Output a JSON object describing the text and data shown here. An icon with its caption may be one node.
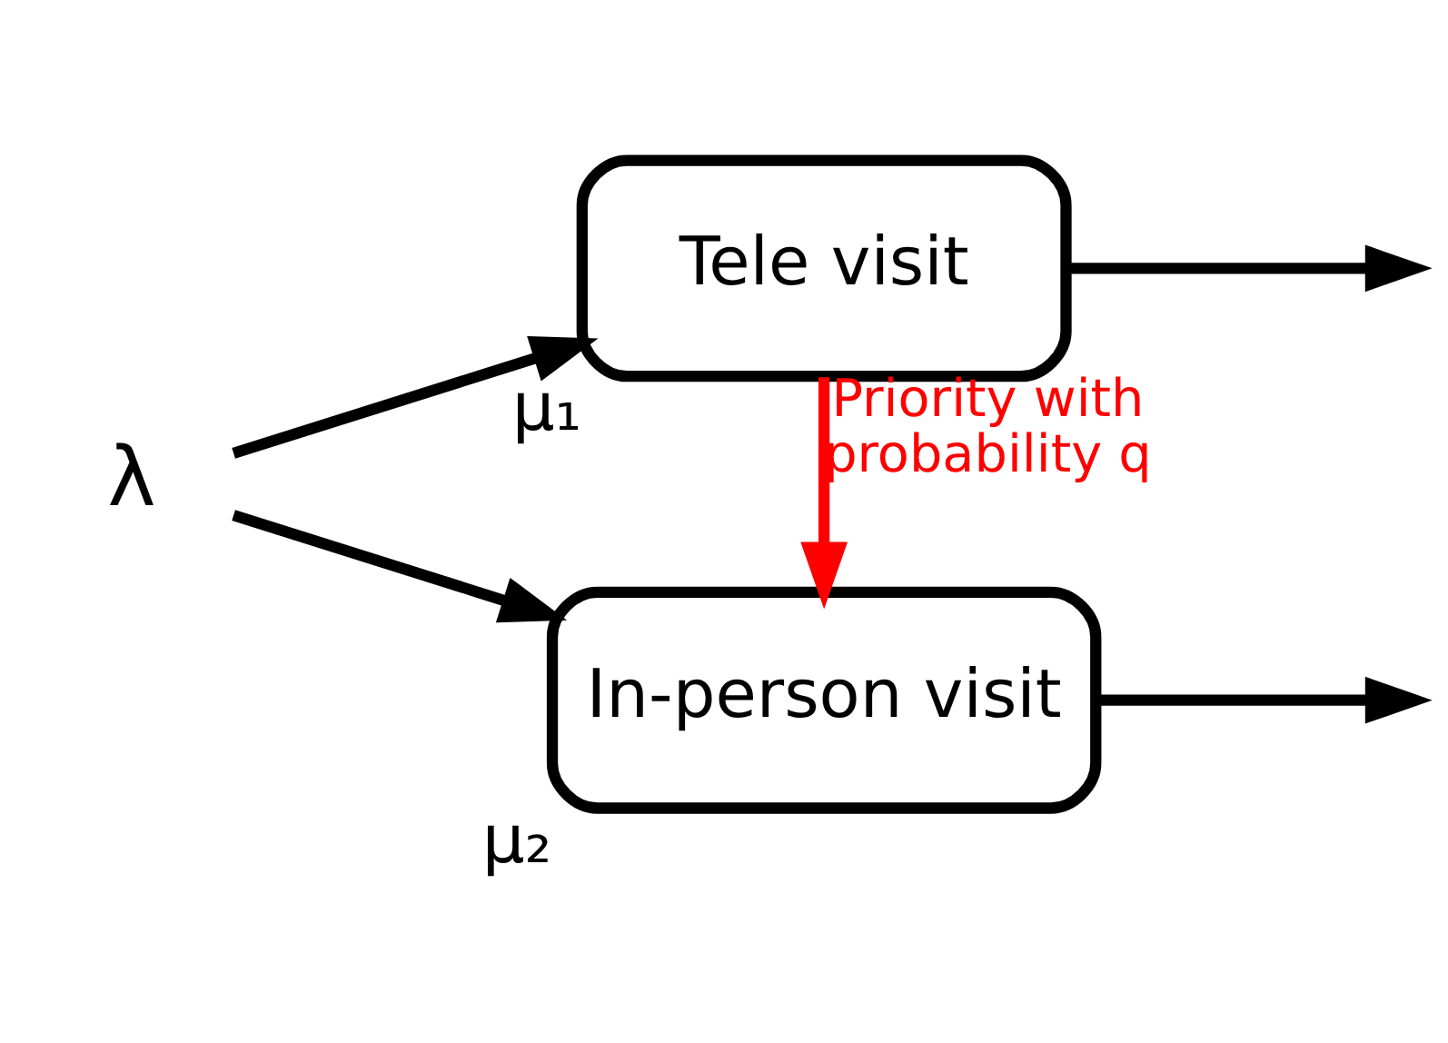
{
  "diagram": {
    "nodes": [
      {
        "text": [
          "λ"
        ]
      },
      {
        "text": [
          "Tele visit"
        ],
        "beside": [
          "μ₁"
        ]
      },
      {
        "text": [
          "In-person visit"
        ],
        "beside": [
          "μ₂"
        ]
      }
    ],
    "edges": [
      {
        "from": 0,
        "to": 1,
        "arrow": "to"
      },
      {
        "from": 0,
        "to": 2,
        "arrow": "to"
      },
      {
        "from": 1,
        "to": null,
        "arrow": "to"
      },
      {
        "from": 2,
        "to": null,
        "arrow": "to"
      },
      {
        "from": 1,
        "to": 2,
        "arrow": "to",
        "label": "Priority with probability q",
        "color": "#ff0000"
      }
    ]
  }
}
